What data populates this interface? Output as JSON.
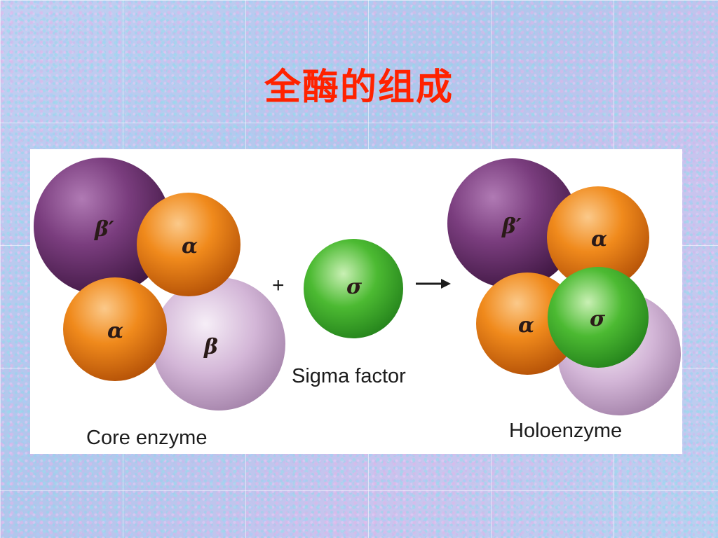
{
  "slide": {
    "title": "全酶的组成"
  },
  "diagram": {
    "core_enzyme": {
      "caption": "Core enzyme",
      "subunits": {
        "beta_prime": "β′",
        "alpha_top": "α",
        "alpha_bottom": "α",
        "beta": "β"
      }
    },
    "operator_plus": "+",
    "sigma_factor": {
      "caption": "Sigma factor",
      "symbol": "σ"
    },
    "arrow": "→",
    "holoenzyme": {
      "caption": "Holoenzyme",
      "subunits": {
        "beta_prime": "β′",
        "alpha_top": "α",
        "alpha_bottom": "α",
        "sigma": "σ"
      }
    },
    "colors": {
      "title": "#ff2200",
      "beta_prime": "#6a2f6e",
      "beta": "#c7a7cc",
      "alpha": "#f07a10",
      "sigma": "#3fae2a"
    }
  }
}
